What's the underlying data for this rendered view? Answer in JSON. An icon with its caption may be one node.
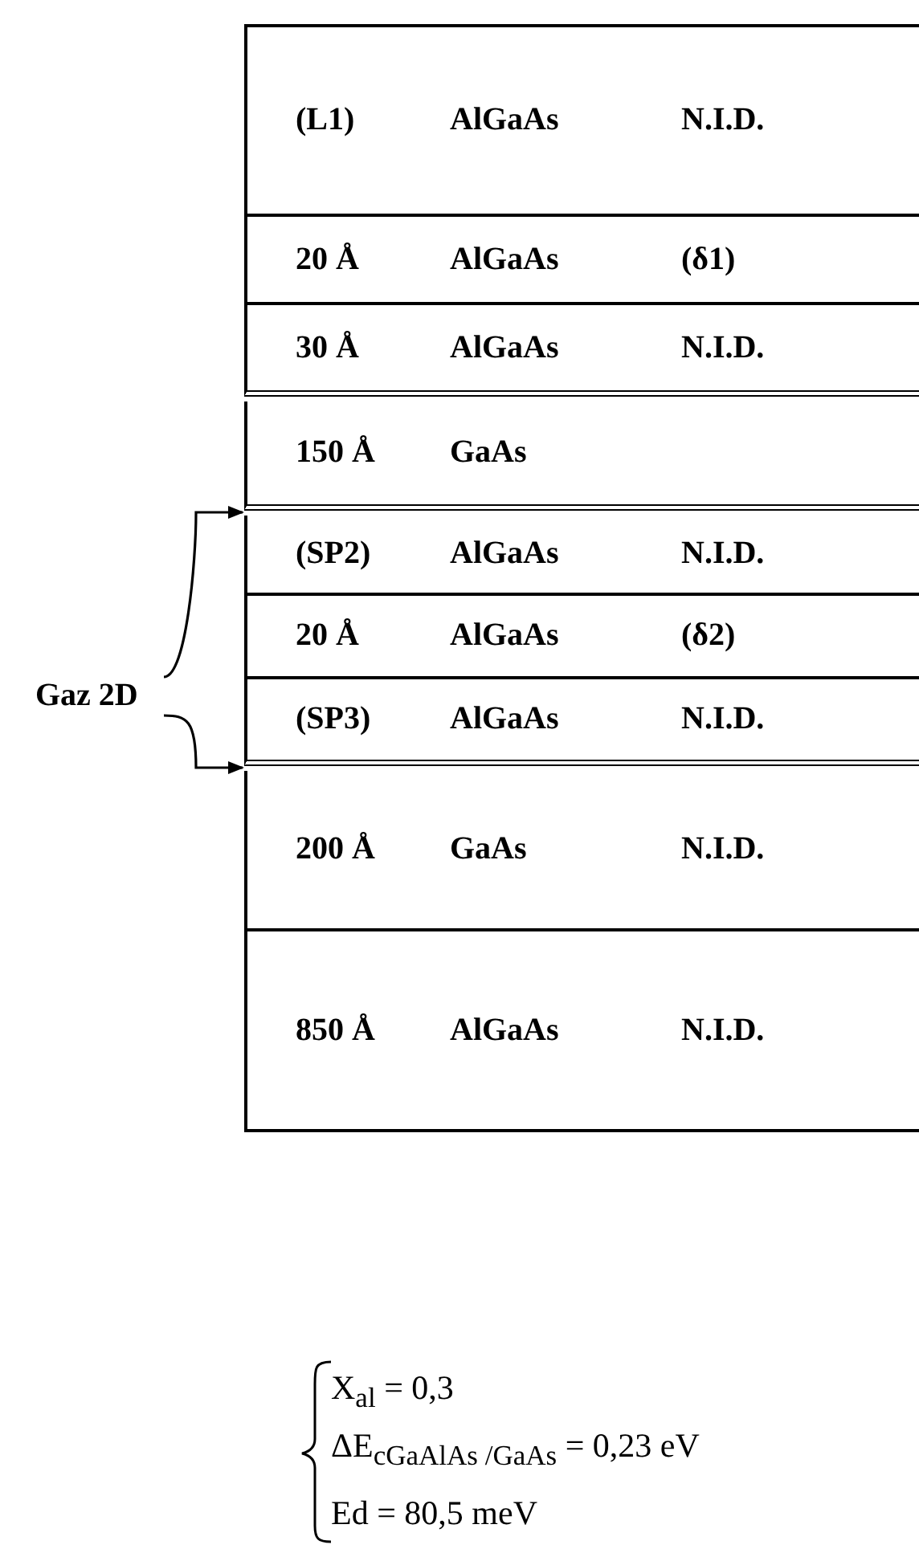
{
  "diagram": {
    "nodes": [
      {
        "text": [
          "(L1)",
          "AlGaAs",
          "N.I.D."
        ]
      },
      {
        "text": [
          "20 Å",
          "AlGaAs",
          "(δ1)"
        ]
      },
      {
        "text": [
          "30 Å",
          "AlGaAs",
          "N.I.D."
        ]
      },
      {
        "text": [
          "150 Å",
          "GaAs"
        ]
      },
      {
        "text": [
          "(SP2)",
          "AlGaAs",
          "N.I.D."
        ]
      },
      {
        "text": [
          "20 Å",
          "AlGaAs",
          "(δ2)"
        ]
      },
      {
        "text": [
          "(SP3)",
          "AlGaAs",
          "N.I.D."
        ]
      },
      {
        "text": [
          "200 Å",
          "GaAs",
          "N.I.D."
        ]
      },
      {
        "text": [
          "850 Å",
          "AlGaAs",
          "N.I.D."
        ]
      },
      {
        "text": [
          "Gaz 2D"
        ]
      }
    ],
    "edges": [
      {
        "from": 9,
        "to": 4,
        "arrow": "to"
      },
      {
        "from": 9,
        "to": 6,
        "arrow": "to"
      }
    ],
    "labels": [
      "X$_{al}$ = 0,3",
      "ΔE$_{c}$$_{GaAlAs /GaAs}$ = 0,23 eV",
      "Ed = 80,5 meV"
    ]
  }
}
